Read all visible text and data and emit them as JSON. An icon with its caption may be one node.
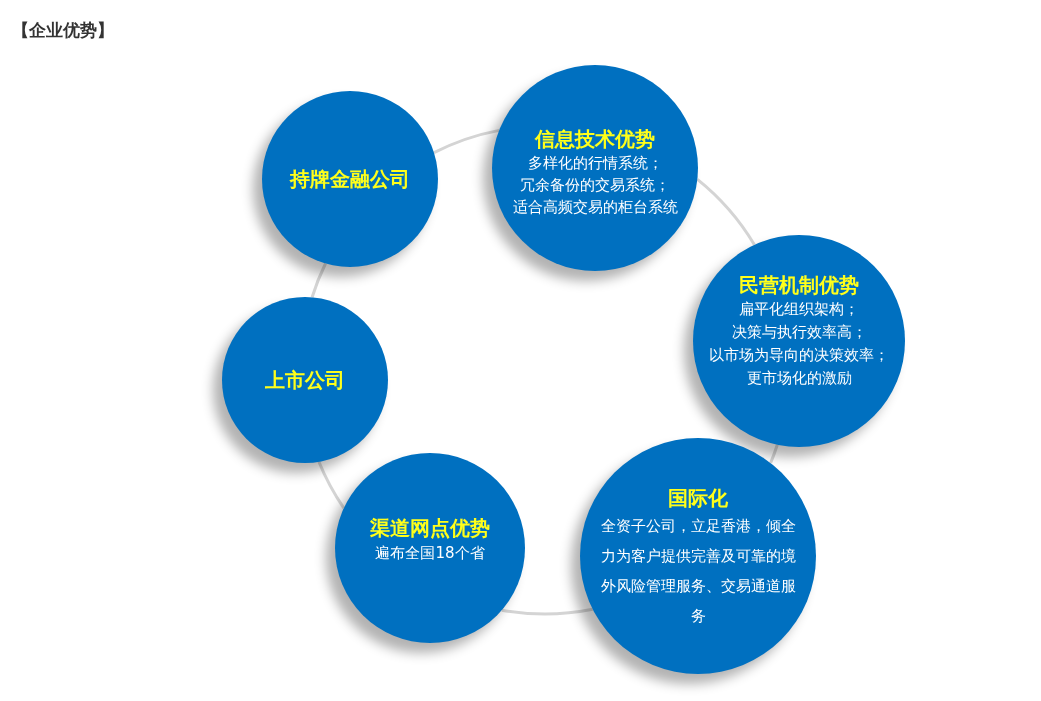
{
  "diagram": {
    "title": "【企业优势】",
    "nodes": [
      {
        "text": [
          "持牌金融公司"
        ]
      },
      {
        "text": [
          "信息技术优势",
          "多样化的行情系统；",
          "冗余备份的交易系统；",
          "适合高频交易的柜台系统"
        ]
      },
      {
        "text": [
          "民营机制优势",
          "扁平化组织架构；",
          "决策与执行效率高；",
          "以市场为导向的决策效率；",
          "更市场化的激励"
        ]
      },
      {
        "text": [
          "国际化",
          "全资子公司，立足香港，倾全力为客户提供完善及可靠的境外风险管理服务、交易通道服务"
        ]
      },
      {
        "text": [
          "渠道网点优势",
          "遍布全国18个省"
        ]
      },
      {
        "text": [
          "上市公司"
        ]
      }
    ],
    "edges": [
      {
        "from": 0,
        "to": 1,
        "arrow": "none"
      },
      {
        "from": 1,
        "to": 2,
        "arrow": "none"
      },
      {
        "from": 2,
        "to": 3,
        "arrow": "none"
      },
      {
        "from": 3,
        "to": 4,
        "arrow": "none"
      },
      {
        "from": 4,
        "to": 5,
        "arrow": "none"
      },
      {
        "from": 5,
        "to": 0,
        "arrow": "none"
      }
    ]
  }
}
